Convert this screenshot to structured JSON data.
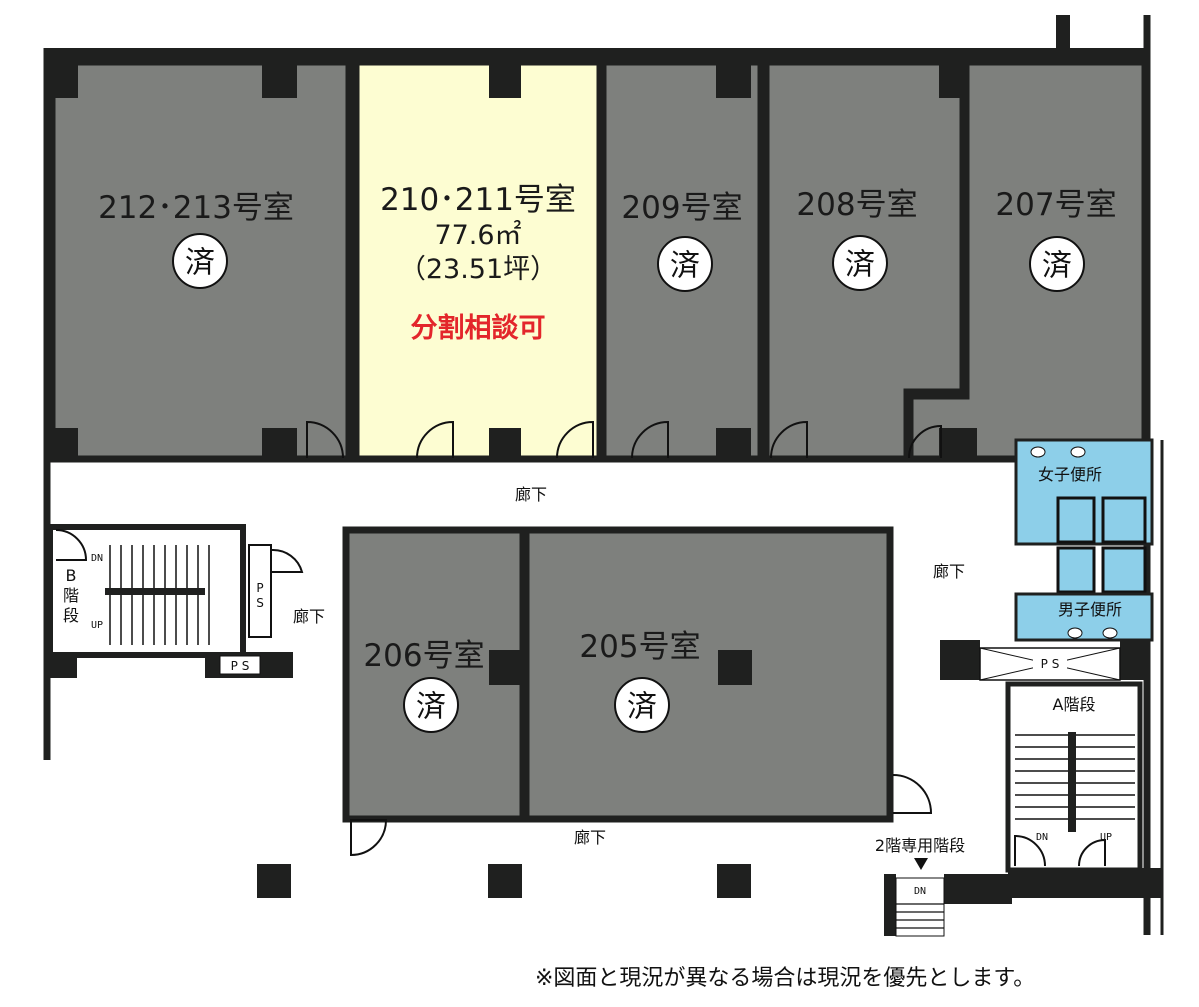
{
  "rooms": {
    "r212": {
      "name": "212･213号室",
      "status": "済"
    },
    "r210": {
      "name": "210･211号室",
      "area_m2": "77.6㎡",
      "area_tsubo": "（23.51坪）",
      "note": "分割相談可"
    },
    "r209": {
      "name": "209号室",
      "status": "済"
    },
    "r208": {
      "name": "208号室",
      "status": "済"
    },
    "r207": {
      "name": "207号室",
      "status": "済"
    },
    "r206": {
      "name": "206号室",
      "status": "済"
    },
    "r205": {
      "name": "205号室",
      "status": "済"
    }
  },
  "labels": {
    "corridor": "廊下",
    "womens_restroom": "女子便所",
    "mens_restroom": "男子便所",
    "stair_a": "A階段",
    "stair_b_1": "B",
    "stair_b_2": "階",
    "stair_b_3": "段",
    "stair_2f": "2階専用階段",
    "ps": "P S",
    "ps_vertical_1": "P",
    "ps_vertical_2": "S",
    "dn": "DN",
    "up": "UP"
  },
  "colors": {
    "rented": "#7e807d",
    "available": "#fdfdd2",
    "restroom": "#8dcfe9",
    "wall": "#1f201f"
  },
  "footer_note": "※図面と現況が異なる場合は現況を優先とします。"
}
